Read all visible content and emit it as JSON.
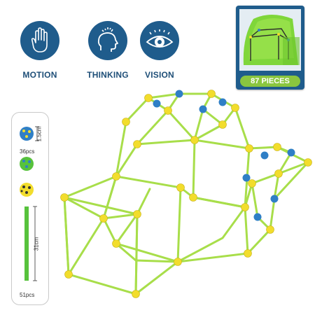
{
  "features": [
    {
      "label": "MOTION",
      "icon": "hand-icon"
    },
    {
      "label": "THINKING",
      "icon": "head-icon"
    },
    {
      "label": "VISION",
      "icon": "eye-icon"
    }
  ],
  "promo": {
    "badge": "87 PIECES"
  },
  "sidebar": {
    "ball_size": "1.5cm",
    "ball_count": "36pcs",
    "rod_length": "31cm",
    "rod_count": "51pcs"
  },
  "colors": {
    "brand_blue": "#1f5c8c",
    "rod_green": "#8ac63f",
    "ball_blue": "#2f7fc6",
    "ball_green": "#57c23c",
    "ball_yellow": "#f2dd2c"
  }
}
